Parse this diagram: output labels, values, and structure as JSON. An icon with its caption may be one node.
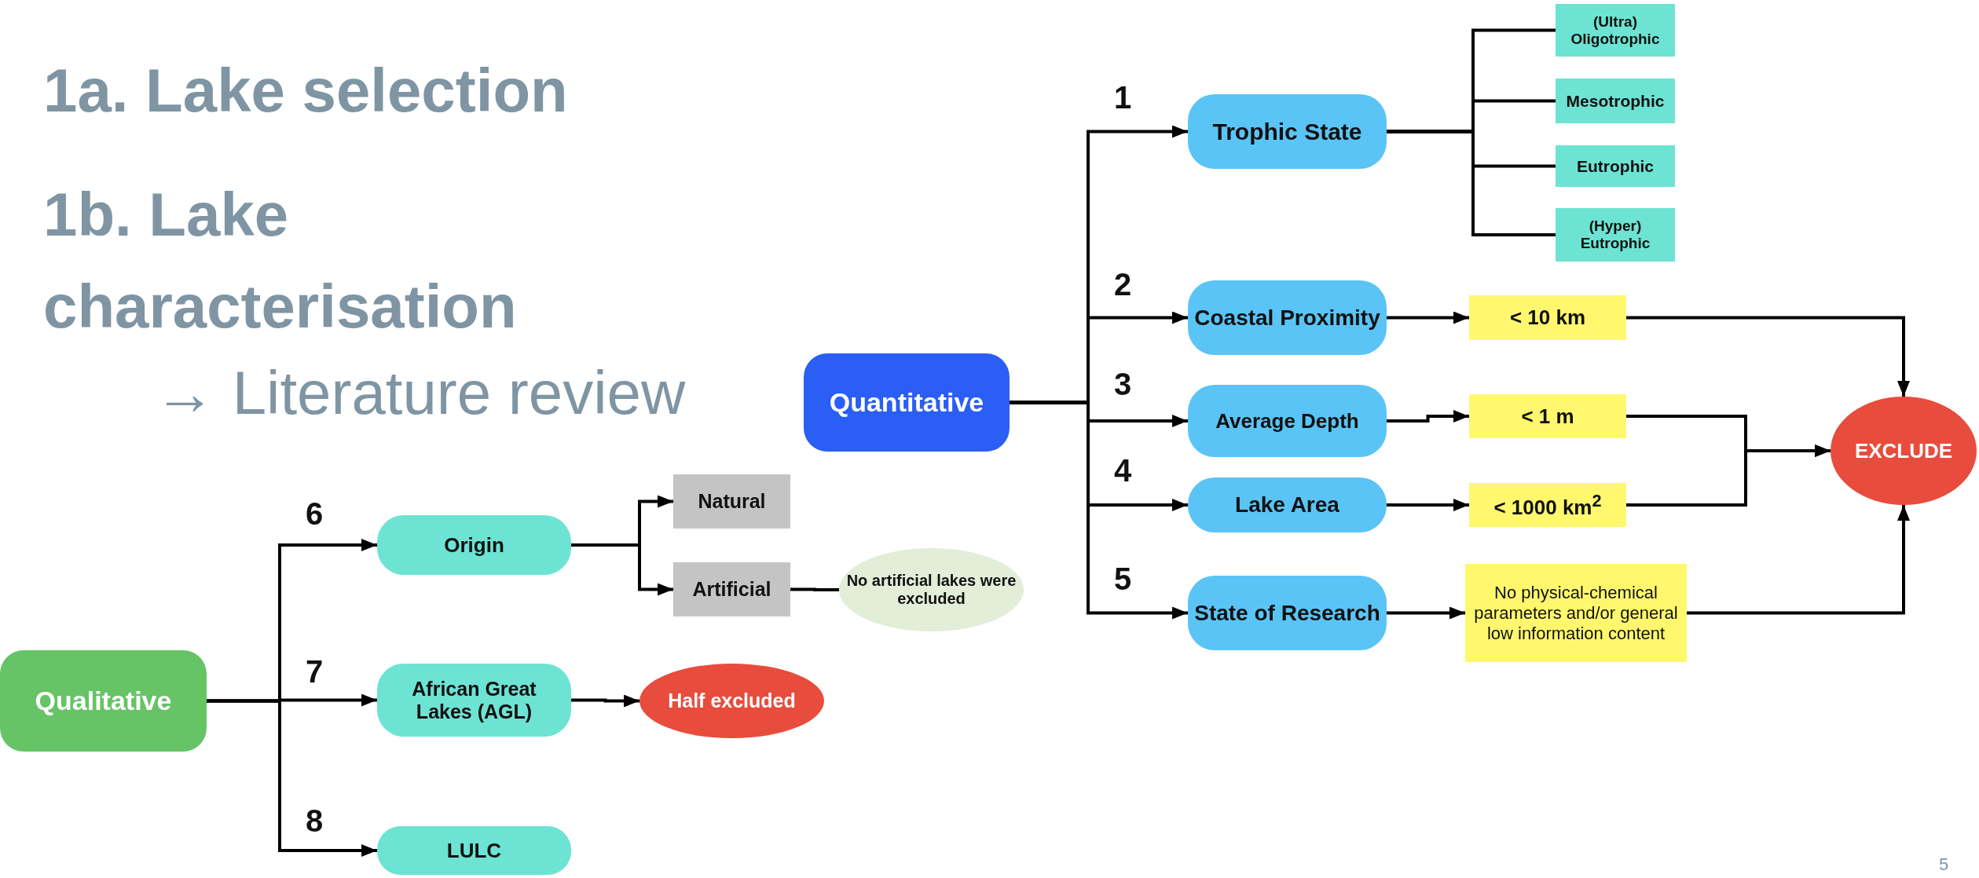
{
  "diagram": {
    "nodes": [
      {
        "text": [
          "Quantitative"
        ]
      },
      {
        "text": [
          "Trophic State"
        ]
      },
      {
        "text": [
          "Coastal Proximity"
        ]
      },
      {
        "text": [
          "Average Depth"
        ]
      },
      {
        "text": [
          "Lake Area"
        ]
      },
      {
        "text": [
          "State of Research"
        ]
      },
      {
        "text": [
          "(Ultra) Oligotrophic"
        ]
      },
      {
        "text": [
          "Mesotrophic"
        ]
      },
      {
        "text": [
          "Eutrophic"
        ]
      },
      {
        "text": [
          "(Hyper) Eutrophic"
        ]
      },
      {
        "text": [
          "< 10 km"
        ]
      },
      {
        "text": [
          "< 1 m"
        ]
      },
      {
        "text": [
          "< 1000 km$^{2}$"
        ]
      },
      {
        "text": [
          "No physical-chemical parameters and/or general low information content"
        ]
      },
      {
        "text": [
          "EXCLUDE"
        ]
      },
      {
        "text": [
          "Qualitative"
        ]
      },
      {
        "text": [
          "Origin"
        ]
      },
      {
        "text": [
          "African Great Lakes (AGL)"
        ]
      },
      {
        "text": [
          "LULC"
        ]
      },
      {
        "text": [
          "Natural"
        ]
      },
      {
        "text": [
          "Artificial"
        ]
      },
      {
        "text": [
          "No artificial lakes were excluded"
        ]
      },
      {
        "text": [
          "Half excluded"
        ]
      }
    ],
    "edges": [
      {
        "from": 0,
        "to": 1,
        "arrow": "to"
      },
      {
        "from": 0,
        "to": 2,
        "arrow": "to"
      },
      {
        "from": 0,
        "to": 3,
        "arrow": "to"
      },
      {
        "from": 0,
        "to": 4,
        "arrow": "to"
      },
      {
        "from": 0,
        "to": 5,
        "arrow": "to"
      },
      {
        "from": 1,
        "to": 6,
        "arrow": "none"
      },
      {
        "from": 1,
        "to": 7,
        "arrow": "none"
      },
      {
        "from": 1,
        "to": 8,
        "arrow": "none"
      },
      {
        "from": 1,
        "to": 9,
        "arrow": "none"
      },
      {
        "from": 2,
        "to": 10,
        "arrow": "to"
      },
      {
        "from": 3,
        "to": 11,
        "arrow": "to"
      },
      {
        "from": 4,
        "to": 12,
        "arrow": "to"
      },
      {
        "from": 5,
        "to": 13,
        "arrow": "to"
      },
      {
        "from": 10,
        "to": 14,
        "arrow": "to"
      },
      {
        "from": 11,
        "to": 14,
        "arrow": "to"
      },
      {
        "from": 12,
        "to": 14,
        "arrow": "to"
      },
      {
        "from": 13,
        "to": 14,
        "arrow": "to"
      },
      {
        "from": 15,
        "to": 16,
        "arrow": "to"
      },
      {
        "from": 15,
        "to": 17,
        "arrow": "to"
      },
      {
        "from": 15,
        "to": 18,
        "arrow": "to"
      },
      {
        "from": 16,
        "to": 19,
        "arrow": "to"
      },
      {
        "from": 16,
        "to": 20,
        "arrow": "to"
      },
      {
        "from": 20,
        "to": 21,
        "arrow": "none"
      },
      {
        "from": 17,
        "to": 22,
        "arrow": "to"
      }
    ],
    "labels": [
      "1a. Lake selection",
      "1b. Lake characterisation",
      "→ Literature review",
      "1",
      "2",
      "3",
      "4",
      "5",
      "6",
      "7",
      "8",
      "5"
    ]
  }
}
